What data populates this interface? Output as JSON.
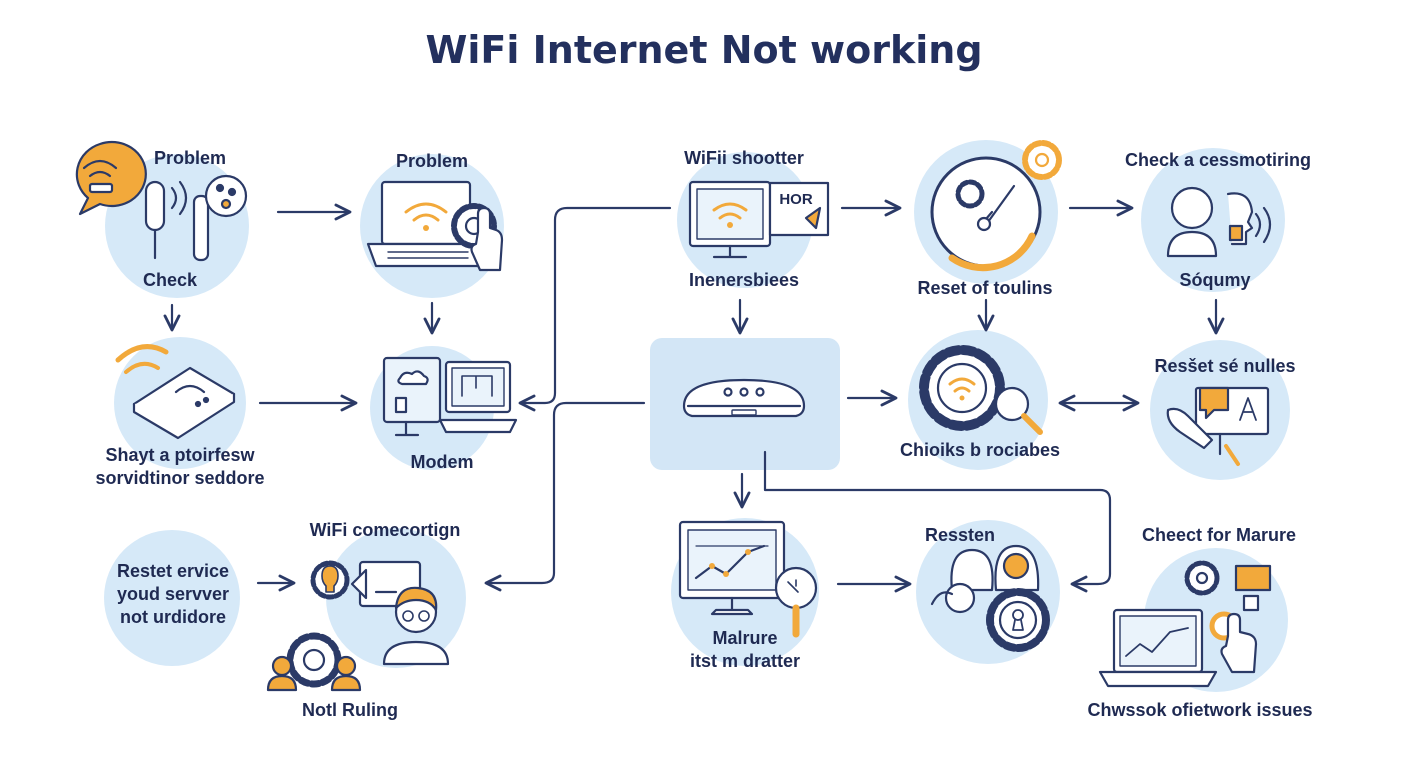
{
  "title": "WiFi Internet Not working",
  "labels": {
    "n1_top": "Problem",
    "n1_bottom": "Check",
    "n2_top": "Problem",
    "n3_top": "WiFii shootter",
    "n3_bottom": "Inenersbiees",
    "n3_tag": "HOR",
    "n4_bottom": "Reset of toulins",
    "n5_top": "Check a cessmotiring",
    "n5_bottom": "Sóqumy",
    "n6_bottom": "Shayt a ptoirfesw\nsorvidtinor seddore",
    "n7_bottom": "Modem",
    "n9_bottom": "Chioiks b rociabes",
    "n10_top": "Resšet sé nulles",
    "n11_text": "Restet ervice\nyoud servver\nnot urdidore",
    "n12_top": "WiFi comecortign",
    "n12_bottom": "Notl Ruling",
    "n13_bottom": "Malrure\nitst m dratter",
    "n14_top": "Ressten",
    "n15_top": "Cheect for Marure",
    "n15_bottom": "Chwssok ofietwork issues"
  },
  "colors": {
    "circle": "#d6e9f8",
    "outline": "#2b3a67",
    "accent": "#f2a93b",
    "panel": "#d3e6f6"
  }
}
